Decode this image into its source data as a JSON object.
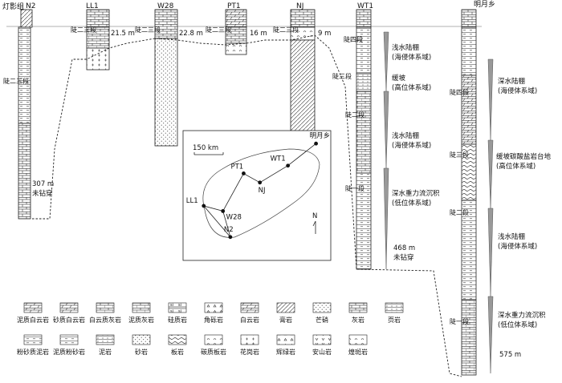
{
  "top_label": "灯影组",
  "wells": [
    {
      "id": "N2",
      "label": "N2"
    },
    {
      "id": "LL1",
      "label": "LL1"
    },
    {
      "id": "W28",
      "label": "W28"
    },
    {
      "id": "PT1",
      "label": "PT1"
    },
    {
      "id": "NJ",
      "label": "NJ"
    },
    {
      "id": "WT1",
      "label": "WT1"
    },
    {
      "id": "MYX",
      "label": "明月乡"
    }
  ],
  "gaps": {
    "ll1_w28": "21.5 m",
    "w28_pt1": "22.8 m",
    "pt1_nj": "16 m",
    "nj_wt1": "9 m"
  },
  "interval_labels": {
    "n2_l2_3": "陡二三段",
    "ll1_l2_3": "陡二三段",
    "w28_l2_3": "陡二三段",
    "pt1_l2_3": "陡二三段",
    "nj_l2_3": "陡二三段",
    "wt1_4": "陡四段",
    "wt1_3": "陡三段",
    "wt1_2": "陡二段",
    "wt1_1": "陡一段",
    "myx_4": "陡四段",
    "myx_3": "陡三段",
    "myx_2": "陡二段",
    "myx_1": "陡一段"
  },
  "thickness": {
    "n2": {
      "value": "307 m",
      "note": "未钻穿"
    },
    "wt1": {
      "value": "468 m",
      "note": "未钻穿"
    },
    "myx": {
      "value": "575 m"
    }
  },
  "facies": {
    "wt1_1": {
      "line1": "浅水陆棚",
      "line2": "(海侵体系域)"
    },
    "wt1_2": {
      "line1": "缓坡",
      "line2": "(高位体系域)"
    },
    "wt1_3": {
      "line1": "浅水陆棚",
      "line2": "(海侵体系域)"
    },
    "wt1_4": {
      "line1": "深水重力流沉积",
      "line2": "(低位体系域)"
    },
    "myx_1": {
      "line1": "深水陆棚",
      "line2": "(海侵体系域)"
    },
    "myx_2": {
      "line1": "缓坡碳酸盐岩台地",
      "line2": "(高位体系域)"
    },
    "myx_3": {
      "line1": "浅水陆棚",
      "line2": "(海侵体系域)"
    },
    "myx_4": {
      "line1": "深水重力流沉积",
      "line2": "(低位体系域)"
    }
  },
  "map": {
    "scale": "150 km",
    "north": "N",
    "points": [
      {
        "label": "明月乡",
        "x": 0.9,
        "y": 0.1
      },
      {
        "label": "WT1",
        "x": 0.71,
        "y": 0.27
      },
      {
        "label": "NJ",
        "x": 0.52,
        "y": 0.4
      },
      {
        "label": "PT1",
        "x": 0.41,
        "y": 0.33
      },
      {
        "label": "W28",
        "x": 0.27,
        "y": 0.62
      },
      {
        "label": "LL1",
        "x": 0.14,
        "y": 0.58
      },
      {
        "label": "N2",
        "x": 0.32,
        "y": 0.82
      }
    ]
  },
  "legend_row1": [
    "泥质白云岩",
    "砂质白云岩",
    "白云质灰岩",
    "泥质灰岩",
    "硅质岩",
    "角砾岩",
    "白云岩",
    "膏岩",
    "芒硝",
    "灰岩",
    "页岩"
  ],
  "legend_row2": [
    "粉砂质泥岩",
    "泥质粉砂岩",
    "泥岩",
    "砂岩",
    "板岩",
    "碳质板岩",
    "花岗岩",
    "辉绿岩",
    "安山岩",
    "煌斑岩"
  ]
}
